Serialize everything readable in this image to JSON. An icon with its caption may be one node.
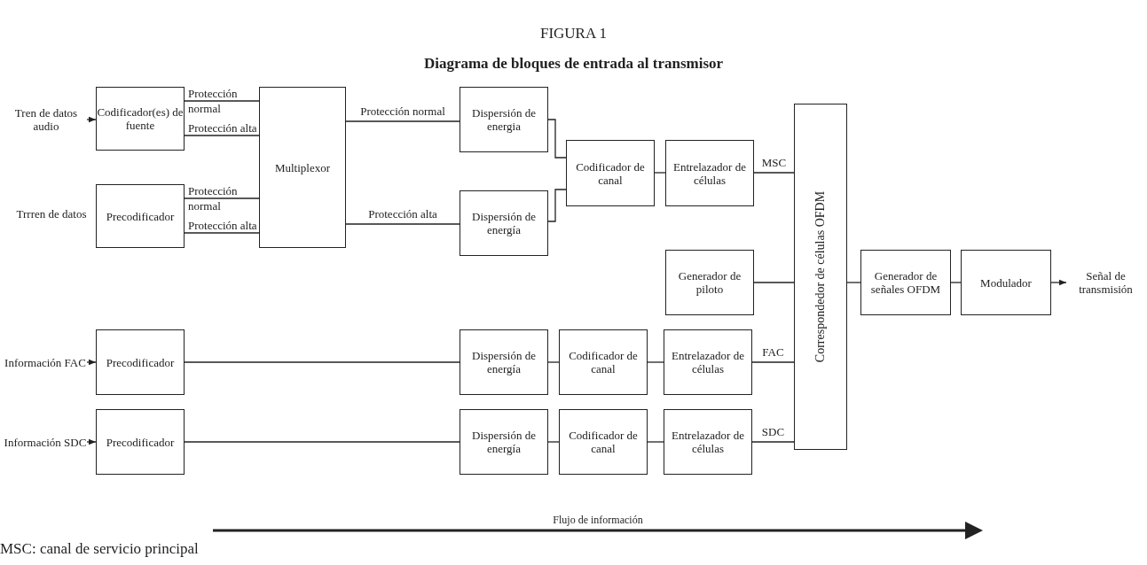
{
  "diagram": {
    "title": "Diagrama de bloques de entrada al transmisor",
    "caption": "MSC: canal de servicio principal",
    "nodes": [
      {
        "text": [
          "Tren de datos audio"
        ]
      },
      {
        "text": [
          "Codificador(es) de fuente"
        ]
      },
      {
        "text": [
          "Trrren de datos"
        ]
      },
      {
        "text": [
          "Precodificador"
        ]
      },
      {
        "text": [
          "Multiplexor"
        ]
      },
      {
        "text": [
          "Dispersión de energia"
        ]
      },
      {
        "text": [
          "Dispersión de energía"
        ]
      },
      {
        "text": [
          "Codificador de canal"
        ]
      },
      {
        "text": [
          "Entrelazador de células"
        ]
      },
      {
        "text": [
          "Correspondedor de células OFDM"
        ]
      },
      {
        "text": [
          "Generador de piloto"
        ]
      },
      {
        "text": [
          "Generador de señales OFDM"
        ]
      },
      {
        "text": [
          "Modulador"
        ]
      },
      {
        "text": [
          "Señal de transmisión"
        ]
      },
      {
        "text": [
          "Información FAC"
        ]
      },
      {
        "text": [
          "Precodificador"
        ]
      },
      {
        "text": [
          "Dispersión de energía"
        ]
      },
      {
        "text": [
          "Codificador de canal"
        ]
      },
      {
        "text": [
          "Entrelazador de células"
        ]
      },
      {
        "text": [
          "Información SDC"
        ]
      },
      {
        "text": [
          "Precodificador"
        ]
      },
      {
        "text": [
          "Dispersión de energía"
        ]
      },
      {
        "text": [
          "Codificador de canal"
        ]
      },
      {
        "text": [
          "Entrelazador de células"
        ]
      }
    ],
    "edges": [
      {
        "from": 0,
        "to": 1,
        "arrow": "to"
      },
      {
        "from": 1,
        "to": 4,
        "arrow": "none",
        "label": "Protección normal"
      },
      {
        "from": 1,
        "to": 4,
        "arrow": "none",
        "label": "Protección alta"
      },
      {
        "from": 3,
        "to": 4,
        "arrow": "none",
        "label": "Protección normal"
      },
      {
        "from": 3,
        "to": 4,
        "arrow": "none",
        "label": "Protección alta"
      },
      {
        "from": 4,
        "to": 5,
        "arrow": "none",
        "label": "Protección normal"
      },
      {
        "from": 4,
        "to": 6,
        "arrow": "none",
        "label": "Protección alta"
      },
      {
        "from": 5,
        "to": 7,
        "arrow": "none"
      },
      {
        "from": 6,
        "to": 7,
        "arrow": "none"
      },
      {
        "from": 7,
        "to": 8,
        "arrow": "none"
      },
      {
        "from": 8,
        "to": 9,
        "arrow": "none",
        "label": "MSC"
      },
      {
        "from": 10,
        "to": 9,
        "arrow": "none"
      },
      {
        "from": 9,
        "to": 11,
        "arrow": "none"
      },
      {
        "from": 11,
        "to": 12,
        "arrow": "none"
      },
      {
        "from": 12,
        "to": 13,
        "arrow": "to"
      },
      {
        "from": 14,
        "to": 15,
        "arrow": "to"
      },
      {
        "from": 15,
        "to": 16,
        "arrow": "none"
      },
      {
        "from": 16,
        "to": 17,
        "arrow": "none"
      },
      {
        "from": 17,
        "to": 18,
        "arrow": "none"
      },
      {
        "from": 18,
        "to": 9,
        "arrow": "none",
        "label": "FAC"
      },
      {
        "from": 19,
        "to": 20,
        "arrow": "to"
      },
      {
        "from": 20,
        "to": 21,
        "arrow": "none"
      },
      {
        "from": 21,
        "to": 22,
        "arrow": "none"
      },
      {
        "from": 22,
        "to": 23,
        "arrow": "none"
      },
      {
        "from": 23,
        "to": 9,
        "arrow": "none",
        "label": "SDC"
      }
    ],
    "labels": [
      "FIGURA 1",
      "Flujo de información"
    ]
  }
}
